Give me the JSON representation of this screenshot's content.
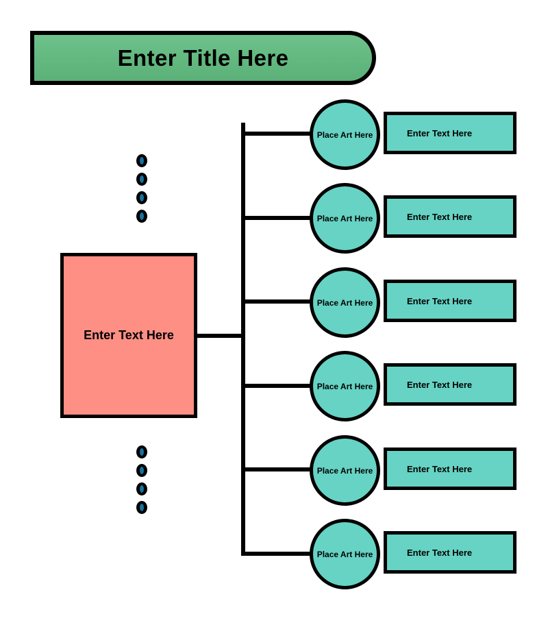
{
  "title": {
    "text": "Enter Title Here"
  },
  "root": {
    "text": "Enter  Text Here"
  },
  "branches": [
    {
      "circle_label": "Place Art Here",
      "rect_label": "Enter Text Here"
    },
    {
      "circle_label": "Place Art Here",
      "rect_label": "Enter Text Here"
    },
    {
      "circle_label": "Place Art Here",
      "rect_label": "Enter Text Here"
    },
    {
      "circle_label": "Place Art Here",
      "rect_label": "Enter Text Here"
    },
    {
      "circle_label": "Place Art Here",
      "rect_label": "Enter Text Here"
    },
    {
      "circle_label": "Place Art Here",
      "rect_label": "Enter Text Here"
    }
  ],
  "ellipsis": {
    "top_dot_count": 4,
    "bottom_dot_count": 4
  },
  "colors": {
    "title_green": "#64ba82",
    "root_salmon": "#fd8f85",
    "branch_teal": "#66d3c4",
    "outline_black": "#000000",
    "dot_inner_blue": "#1572a0",
    "background": "#ffffff"
  }
}
